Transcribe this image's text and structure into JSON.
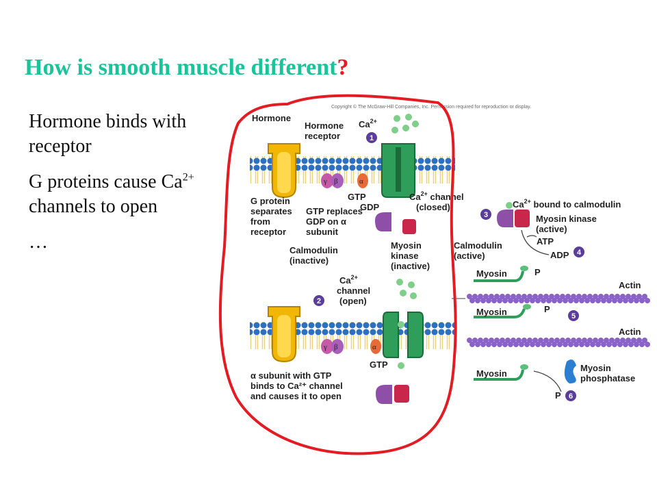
{
  "slide": {
    "title": "How is smooth muscle different",
    "title_mark": "?",
    "bullets": [
      {
        "text": "Hormone binds with receptor"
      },
      {
        "pre": "G proteins cause Ca",
        "sup": "2+",
        "post": " channels to open"
      },
      {
        "text": "…"
      }
    ]
  },
  "figure": {
    "copyright": "Copyright © The McGraw-Hill Companies, Inc. Permission required for reproduction or display.",
    "labels": {
      "hormone": "Hormone",
      "hormone_receptor_1": "Hormone",
      "hormone_receptor_2": "receptor",
      "ca": "Ca",
      "ca_sup": "2+",
      "gamma": "γ",
      "beta": "β",
      "alpha": "α",
      "gtp": "GTP",
      "gdp": "GDP",
      "g_protein": [
        "G protein",
        "separates",
        "from",
        "receptor"
      ],
      "gtp_replaces": [
        "GTP replaces",
        "GDP on α",
        "subunit"
      ],
      "ca_channel_closed": [
        "channel",
        "(closed)"
      ],
      "calmodulin_inactive": [
        "Calmodulin",
        "(inactive)"
      ],
      "myosin_kinase_inactive": [
        "Myosin",
        "kinase",
        "(inactive)"
      ],
      "ca_channel_open": [
        "channel",
        "(open)"
      ],
      "alpha_subunit": [
        "α subunit with GTP",
        "binds to Ca²⁺ channel",
        "and causes it to open"
      ],
      "bound_to_calmodulin": " bound to calmodulin",
      "myosin_kinase_active": [
        "Myosin kinase",
        "(active)"
      ],
      "calmodulin_active": [
        "Calmodulin",
        "(active)"
      ],
      "atp": "ATP",
      "adp": "ADP",
      "myosin": "Myosin",
      "p": "P",
      "actin": "Actin",
      "myosin_phosphatase": [
        "Myosin",
        "phosphatase"
      ],
      "steps": [
        "1",
        "2",
        "3",
        "4",
        "5",
        "6"
      ]
    },
    "colors": {
      "title": "#19c49a",
      "question_mark": "#e31b23",
      "outline": "#e31b23",
      "membrane": "#2f6fc0",
      "receptor": "#f2b705",
      "channel": "#2e9e5a",
      "calmodulin": "#8e4fa8",
      "myosin_kinase": "#c8264b",
      "actin": "#8a62c9",
      "phosphatase": "#2a7fd1",
      "step_badge": "#5b3d9c"
    }
  }
}
